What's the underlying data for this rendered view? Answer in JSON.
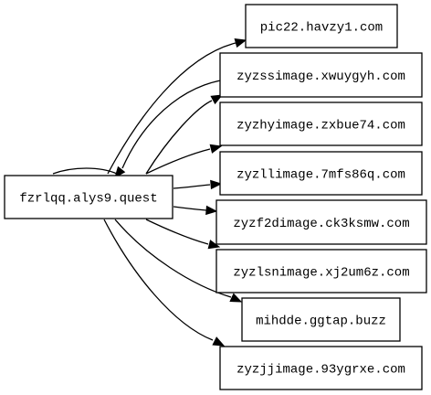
{
  "graph": {
    "source": {
      "id": "src",
      "label": "fzrlqq.alys9.quest"
    },
    "targets": [
      {
        "id": "t0",
        "label": "pic22.havzy1.com"
      },
      {
        "id": "t1",
        "label": "zyzssimage.xwuygyh.com"
      },
      {
        "id": "t2",
        "label": "zyzhyimage.zxbue74.com"
      },
      {
        "id": "t3",
        "label": "zyzllimage.7mfs86q.com"
      },
      {
        "id": "t4",
        "label": "zyzf2dimage.ck3ksmw.com"
      },
      {
        "id": "t5",
        "label": "zyzlsnimage.xj2um6z.com"
      },
      {
        "id": "t6",
        "label": "mihdde.ggtap.buzz"
      },
      {
        "id": "t7",
        "label": "zyzjjimage.93ygrxe.com"
      }
    ],
    "edges": [
      {
        "from": "src",
        "to": "t0"
      },
      {
        "from": "src",
        "to": "t1"
      },
      {
        "from": "t1",
        "to": "src"
      },
      {
        "from": "src",
        "to": "t2"
      },
      {
        "from": "src",
        "to": "t3"
      },
      {
        "from": "src",
        "to": "t4"
      },
      {
        "from": "src",
        "to": "t5"
      },
      {
        "from": "src",
        "to": "t6"
      },
      {
        "from": "src",
        "to": "t7"
      }
    ]
  }
}
